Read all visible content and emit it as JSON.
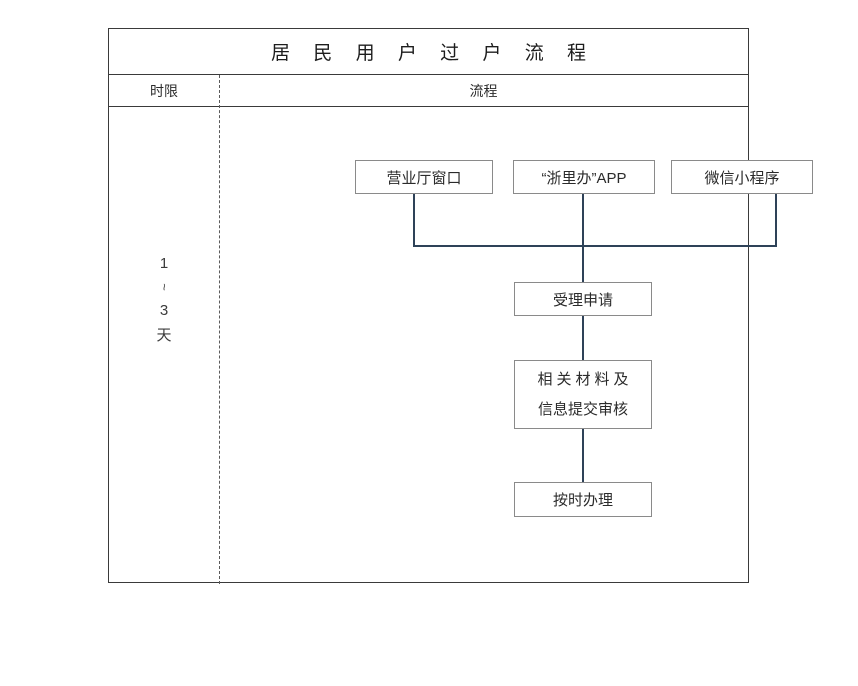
{
  "title": "居 民 用 户 过 户 流 程",
  "header": {
    "time_label": "时限",
    "flow_label": "流程"
  },
  "time_column": {
    "lines": [
      "1",
      "~",
      "3",
      "天"
    ],
    "value_min": "1",
    "value_max": "3",
    "unit": "天"
  },
  "flow": {
    "entry_nodes": [
      {
        "id": "hall",
        "label": "营业厅窗口"
      },
      {
        "id": "app",
        "label": "“浙里办”APP"
      },
      {
        "id": "wechat",
        "label": "微信小程序"
      }
    ],
    "steps": [
      {
        "id": "accept",
        "label": "受理申请"
      },
      {
        "id": "review",
        "line1": "相关材料及",
        "line2": "信息提交审核"
      },
      {
        "id": "handle",
        "label": "按时办理"
      }
    ]
  },
  "colors": {
    "frame_border": "#3a3a3a",
    "node_border": "#8a8a8a",
    "connector": "#2e4258",
    "divider": "#5a5a5a",
    "title_text": "#1d1d1d",
    "body_text": "#2b2b2b",
    "background": "#ffffff"
  }
}
